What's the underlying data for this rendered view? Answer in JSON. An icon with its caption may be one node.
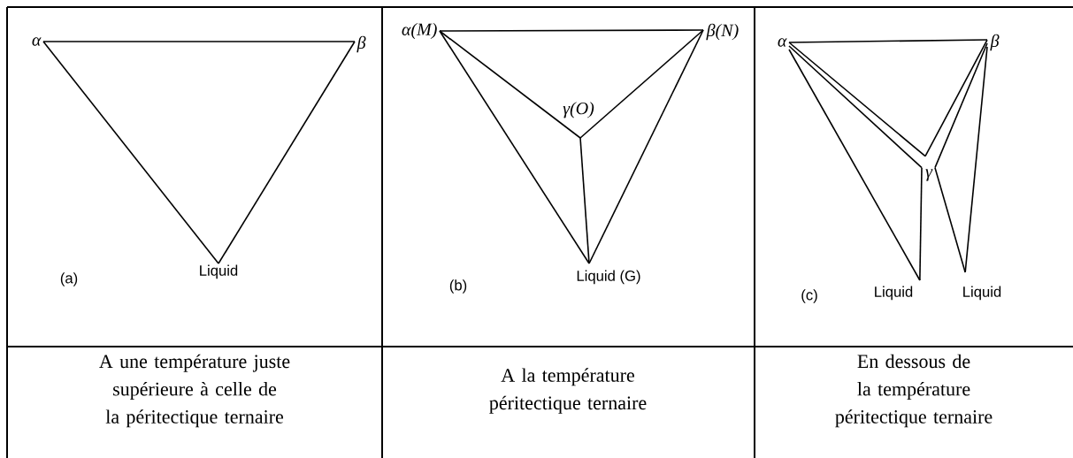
{
  "diagram": {
    "nodes": [
      {
        "text": [
          "α"
        ]
      },
      {
        "text": [
          "β"
        ]
      },
      {
        "text": [
          "Liquid"
        ]
      },
      {
        "text": [
          "α(M)"
        ]
      },
      {
        "text": [
          "β(N)"
        ]
      },
      {
        "text": [
          "γ(O)"
        ]
      },
      {
        "text": [
          "Liquid (G)"
        ]
      },
      {
        "text": [
          "α"
        ]
      },
      {
        "text": [
          "β"
        ]
      },
      {
        "text": [
          "γ"
        ]
      },
      {
        "text": [
          "Liquid"
        ]
      },
      {
        "text": [
          "Liquid"
        ]
      }
    ],
    "edges": [
      {
        "from": 0,
        "to": 1,
        "arrow": "none"
      },
      {
        "from": 0,
        "to": 2,
        "arrow": "none"
      },
      {
        "from": 1,
        "to": 2,
        "arrow": "none"
      },
      {
        "from": 3,
        "to": 4,
        "arrow": "none"
      },
      {
        "from": 3,
        "to": 5,
        "arrow": "none"
      },
      {
        "from": 4,
        "to": 5,
        "arrow": "none"
      },
      {
        "from": 3,
        "to": 6,
        "arrow": "none"
      },
      {
        "from": 4,
        "to": 6,
        "arrow": "none"
      },
      {
        "from": 5,
        "to": 6,
        "arrow": "none"
      },
      {
        "from": 7,
        "to": 8,
        "arrow": "none"
      },
      {
        "from": 7,
        "to": 9,
        "arrow": "none"
      },
      {
        "from": 7,
        "to": 9,
        "arrow": "none"
      },
      {
        "from": 8,
        "to": 9,
        "arrow": "none"
      },
      {
        "from": 8,
        "to": 9,
        "arrow": "none"
      },
      {
        "from": 7,
        "to": 10,
        "arrow": "none"
      },
      {
        "from": 9,
        "to": 10,
        "arrow": "none"
      },
      {
        "from": 8,
        "to": 11,
        "arrow": "none"
      },
      {
        "from": 9,
        "to": 11,
        "arrow": "none"
      }
    ],
    "labels": [
      "(a)",
      "(b)",
      "(c)",
      "A une température juste supérieure à celle de la péritectique ternaire",
      "A la température péritectique ternaire",
      "En dessous de la température péritectique ternaire"
    ]
  }
}
